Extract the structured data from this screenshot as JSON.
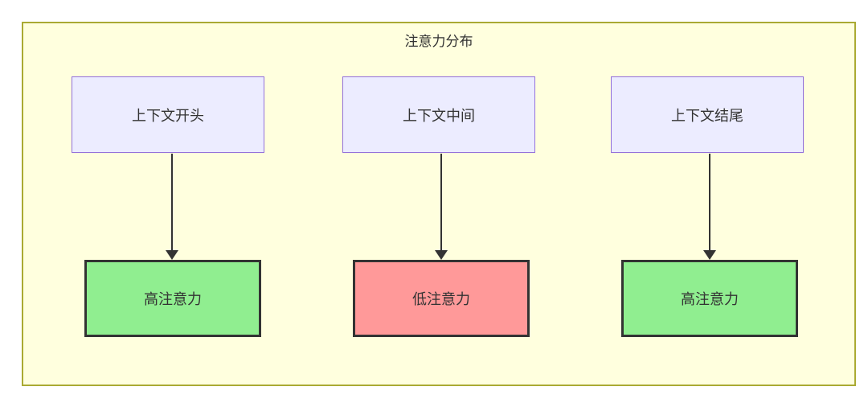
{
  "diagram": {
    "title": "注意力分布",
    "nodes": {
      "sources": [
        {
          "label": "上下文开头"
        },
        {
          "label": "上下文中间"
        },
        {
          "label": "上下文结尾"
        }
      ],
      "results": [
        {
          "label": "高注意力",
          "level": "high"
        },
        {
          "label": "低注意力",
          "level": "low"
        },
        {
          "label": "高注意力",
          "level": "high"
        }
      ]
    },
    "edges": [
      {
        "from": "上下文开头",
        "to": "高注意力"
      },
      {
        "from": "上下文中间",
        "to": "低注意力"
      },
      {
        "from": "上下文结尾",
        "to": "高注意力"
      }
    ],
    "colors": {
      "cluster_fill": "#ffffde",
      "cluster_border": "#aaaa33",
      "source_fill": "#ececff",
      "source_border": "#9370db",
      "high_attention_fill": "#90ee90",
      "low_attention_fill": "#ff9999",
      "result_border": "#333333",
      "arrow": "#333333",
      "text": "#333333"
    }
  }
}
